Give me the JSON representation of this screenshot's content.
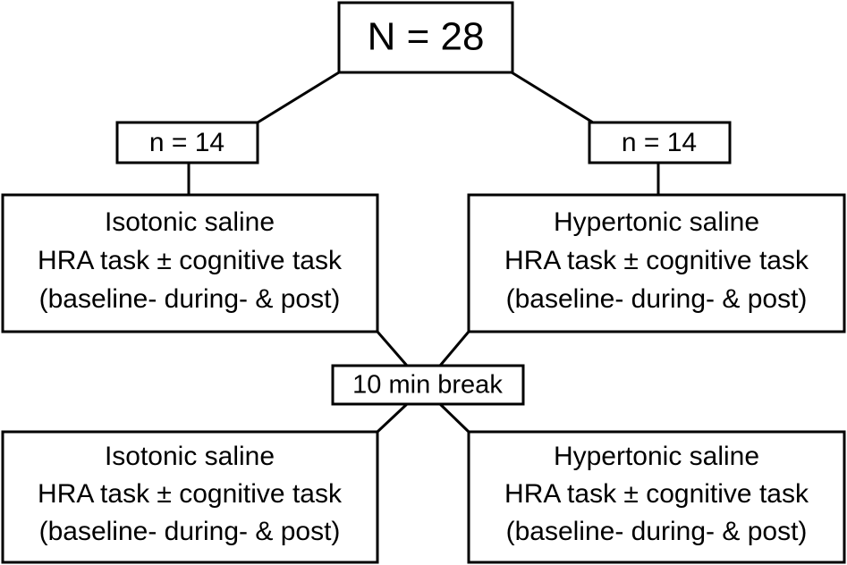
{
  "diagram": {
    "type": "study-design-flowchart",
    "colors": {
      "stroke": "#000000",
      "fill": "#ffffff",
      "text": "#000000"
    },
    "nodes": {
      "total": {
        "label": "N = 28"
      },
      "group_left_count": {
        "label": "n = 14"
      },
      "group_right_count": {
        "label": "n = 14"
      },
      "isotonic_first": {
        "line1": "Isotonic saline",
        "line2": "HRA task ± cognitive task",
        "line3": "(baseline- during- & post)"
      },
      "hypertonic_first": {
        "line1": "Hypertonic saline",
        "line2": "HRA task ± cognitive task",
        "line3": "(baseline- during- & post)"
      },
      "break": {
        "label": "10 min break"
      },
      "isotonic_second": {
        "line1": "Isotonic saline",
        "line2": "HRA task ± cognitive task",
        "line3": "(baseline- during- & post)"
      },
      "hypertonic_second": {
        "line1": "Hypertonic saline",
        "line2": "HRA task ± cognitive task",
        "line3": "(baseline- during- & post)"
      }
    }
  }
}
